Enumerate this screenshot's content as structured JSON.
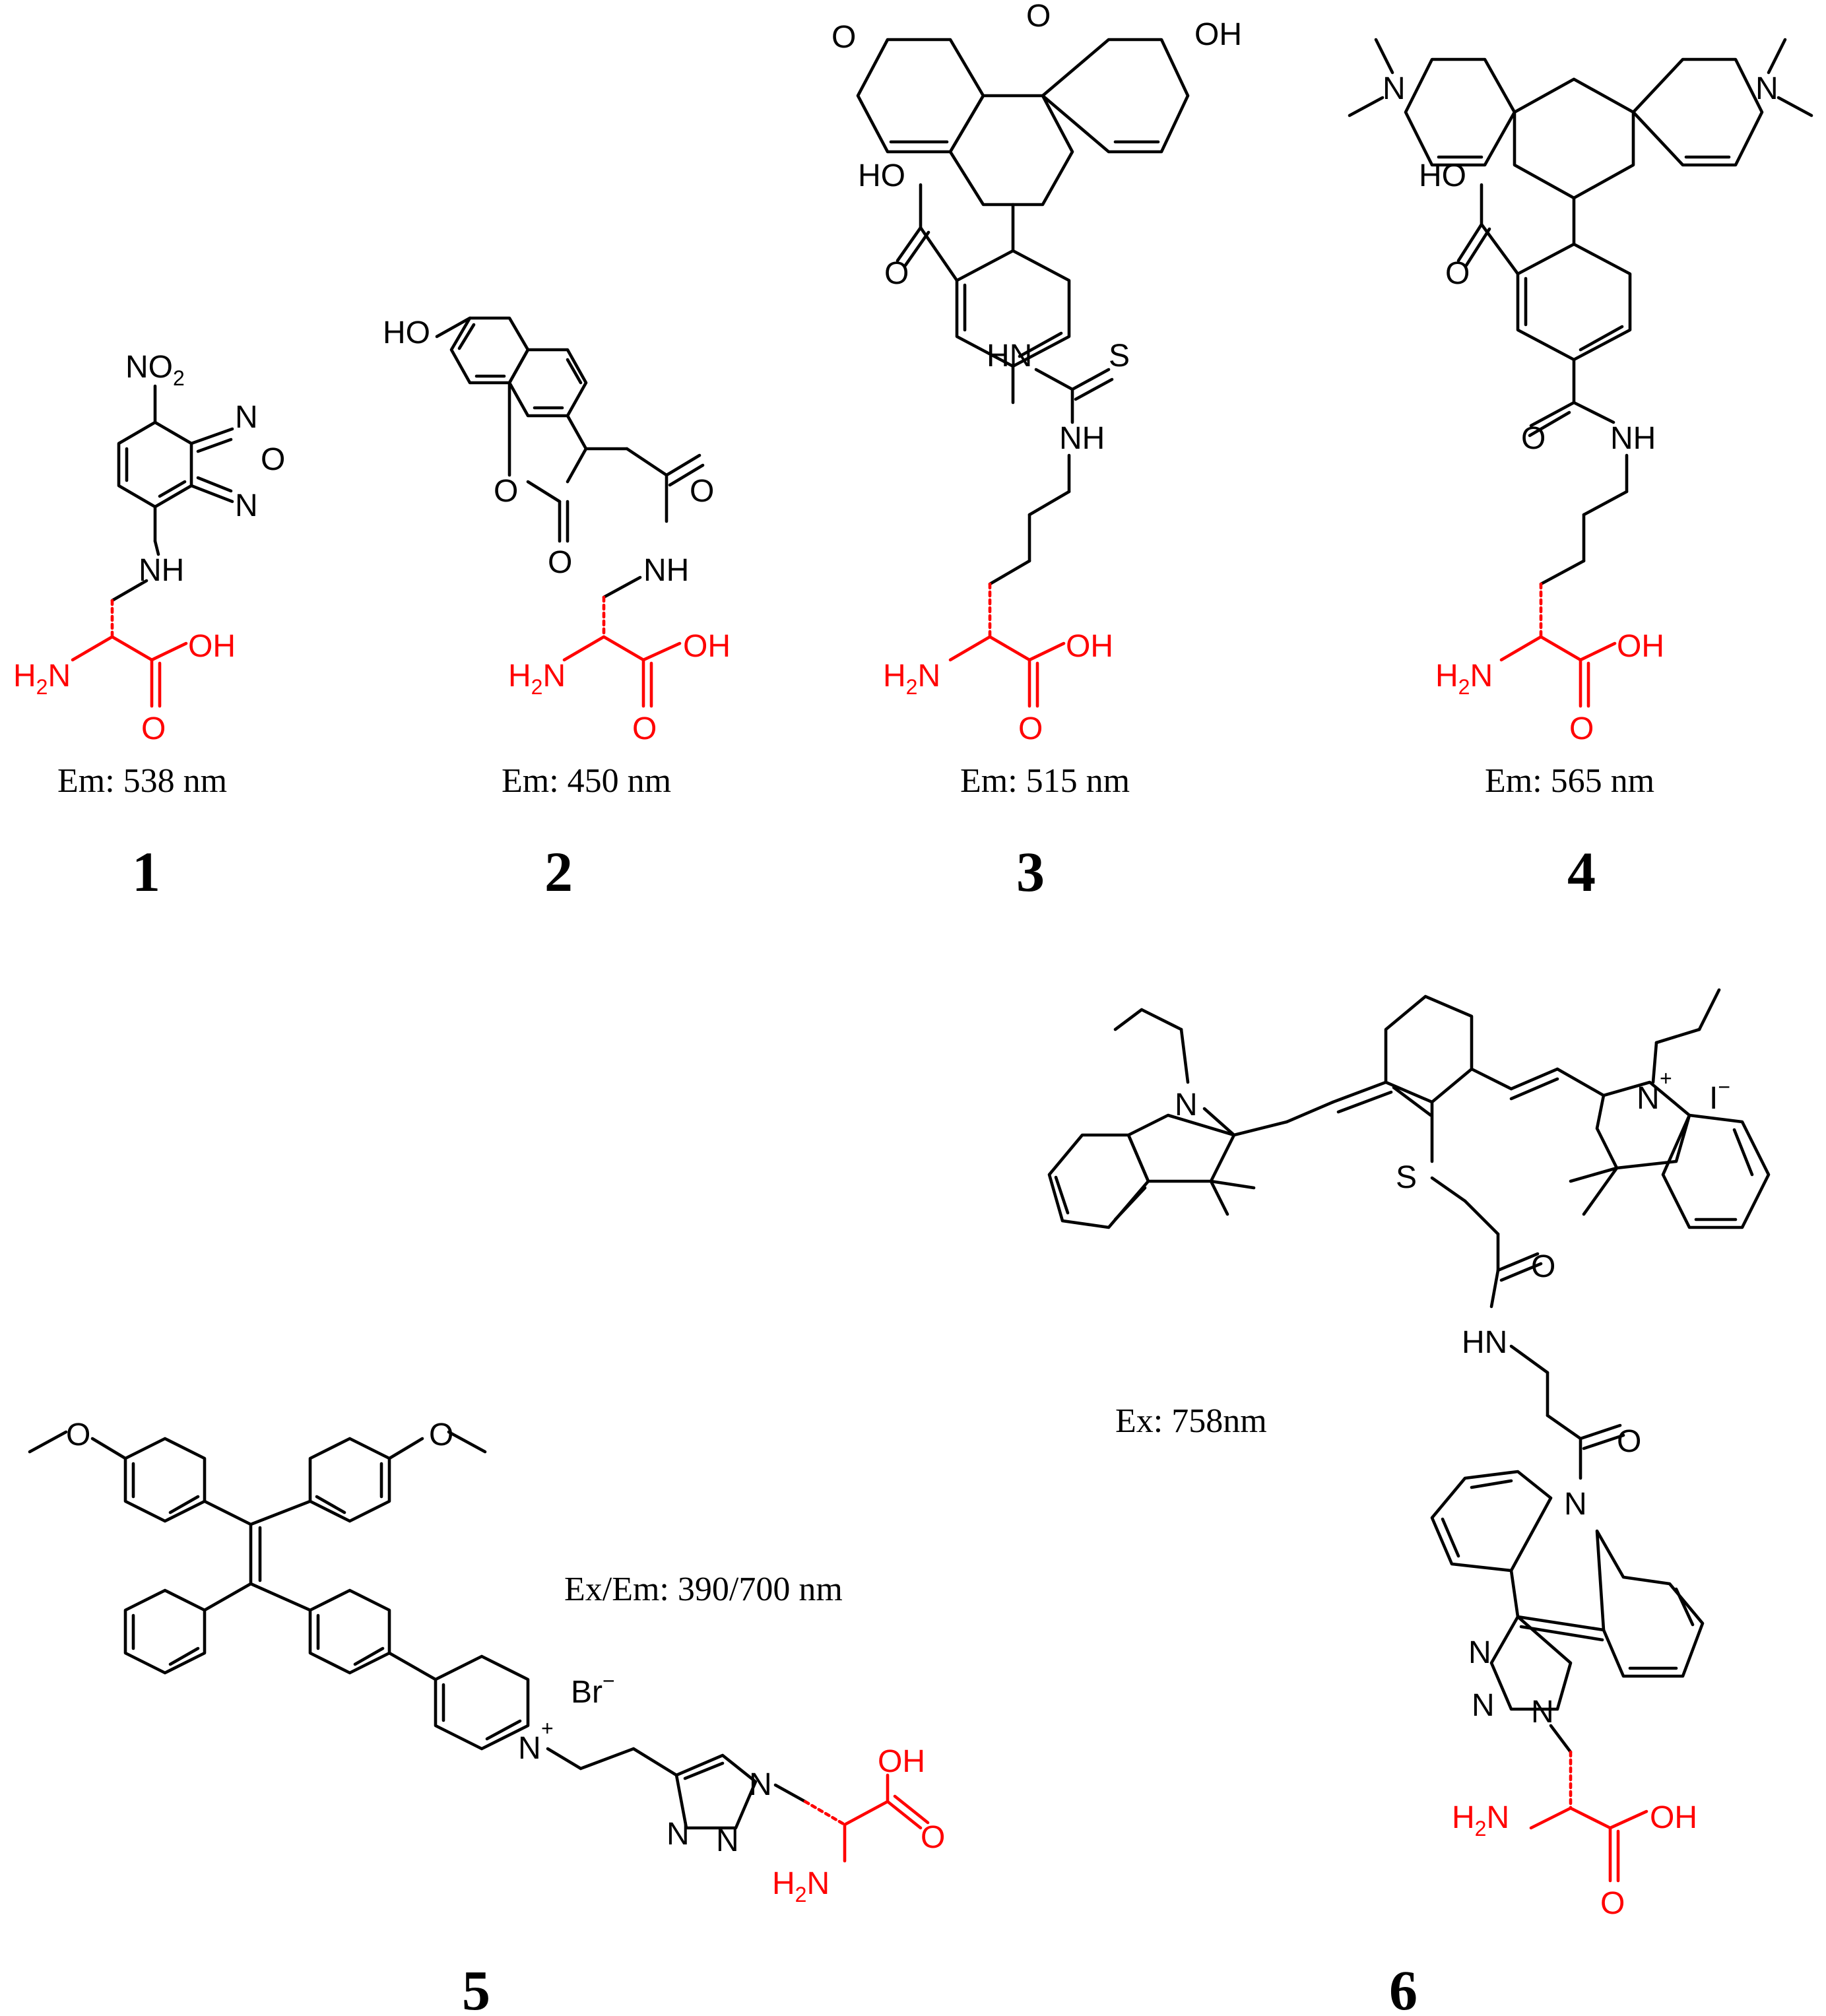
{
  "compounds": [
    {
      "number": "1",
      "caption": "Em: 538 nm"
    },
    {
      "number": "2",
      "caption": "Em: 450 nm"
    },
    {
      "number": "3",
      "caption": "Em: 515 nm"
    },
    {
      "number": "4",
      "caption": "Em: 565 nm"
    },
    {
      "number": "5",
      "caption": "Ex/Em: 390/700 nm",
      "counterion": "Br"
    },
    {
      "number": "6",
      "caption": "Ex: 758nm",
      "counterion": "I"
    }
  ],
  "atoms": {
    "no2": "NO",
    "no2_sub": "2",
    "n": "N",
    "o": "O",
    "nh": "NH",
    "hn": "HN",
    "s": "S",
    "oh": "OH",
    "ho": "HO",
    "h2n_h": "H",
    "h2n_2": "2",
    "h2n_n": "N",
    "nplus": "+",
    "minus": "−"
  },
  "colors": {
    "skeleton": "#000000",
    "amino_acid": "#ff0000",
    "background": "#ffffff"
  }
}
